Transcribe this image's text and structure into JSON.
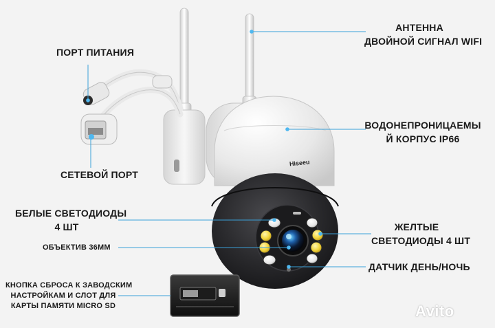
{
  "brand_text": "Hiseeu",
  "watermark": "Avito",
  "labels": {
    "antenna": [
      "АНТЕННА",
      "ДВОЙНОЙ СИГНАЛ WIFI"
    ],
    "power_port": "ПОРТ ПИТАНИЯ",
    "waterproof": [
      "ВОДОНЕПРОНИЦАЕМЫ",
      "Й КОРПУС IP66"
    ],
    "network_port": "СЕТЕВОЙ ПОРТ",
    "white_leds": [
      "БЕЛЫЕ СВЕТОДИОДЫ",
      "4 ШТ"
    ],
    "yellow_leds": [
      "ЖЕЛТЫЕ",
      "СВЕТОДИОДЫ 4 ШТ"
    ],
    "lens": "ОБЪЕКТИВ 36ММ",
    "day_night": "ДАТЧИК ДЕНЬ/НОЧЬ",
    "reset": [
      "КНОПКА СБРОСА К ЗАВОДСКИМ",
      "НАСТРОЙКАМ И СЛОТ ДЛЯ",
      "КАРТЫ ПАМЯТИ MICRO SD"
    ]
  },
  "colors": {
    "background": "#f3f3f3",
    "leader_line": "#3aa0d8",
    "dot": "#4fb8f0",
    "housing": "#e9e9e9",
    "dome": "#2a2a2c",
    "led_yellow": "#f2d43a",
    "led_white": "#f4f4f4"
  }
}
